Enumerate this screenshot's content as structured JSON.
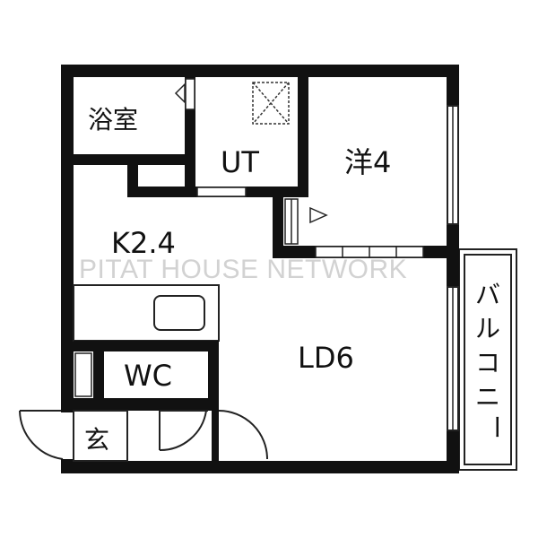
{
  "rooms": {
    "bath": "浴室",
    "utility": "UT",
    "western": "洋4",
    "kitchen": "K2.4",
    "living": "LD6",
    "toilet": "WC",
    "entrance": "玄",
    "balcony_chars": [
      "バ",
      "ル",
      "コ",
      "ニ",
      "ー"
    ]
  },
  "watermark": "PITAT HOUSE NETWORK",
  "colors": {
    "wall": "#111111",
    "line": "#222222",
    "fixture": "#555555",
    "background": "#ffffff",
    "watermark": "#d2d2d2"
  }
}
